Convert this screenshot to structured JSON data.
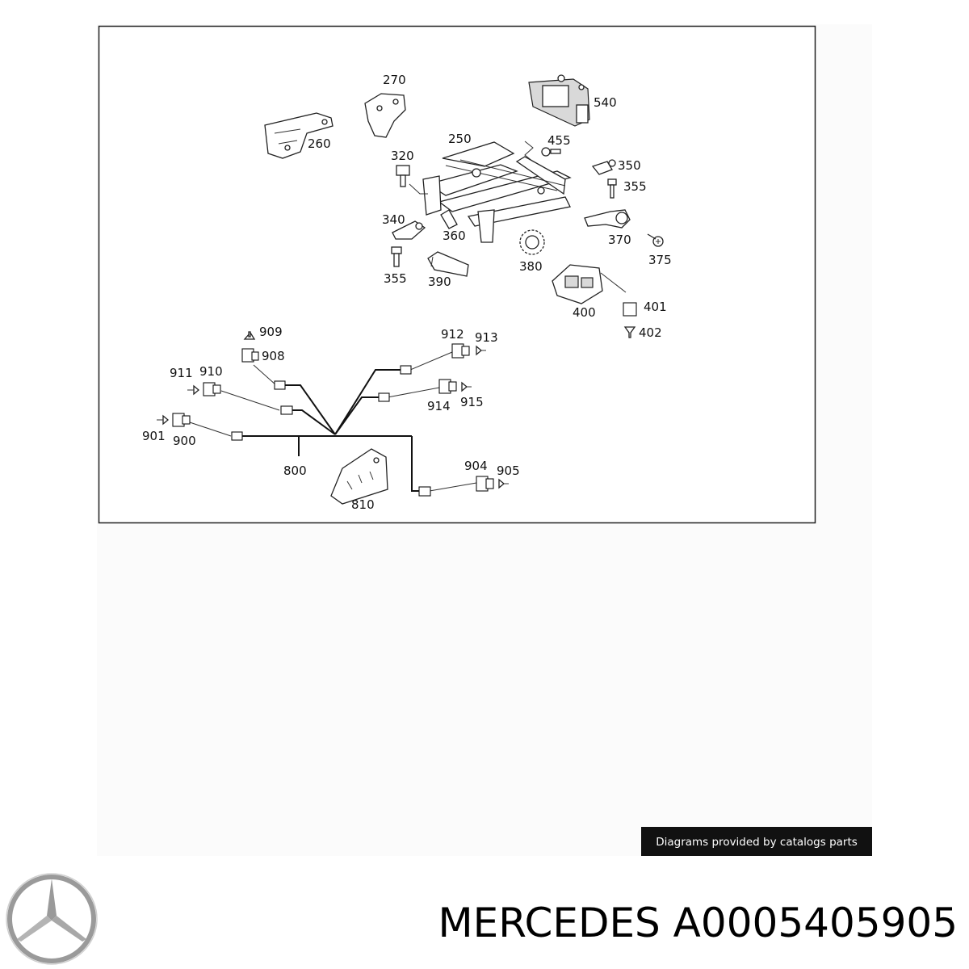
{
  "diagram": {
    "callouts": {
      "p270": "270",
      "p540": "540",
      "p260": "260",
      "p250": "250",
      "p455": "455",
      "p320": "320",
      "p350": "350",
      "p355a": "355",
      "p340": "340",
      "p360": "360",
      "p370": "370",
      "p375": "375",
      "p380": "380",
      "p355b": "355",
      "p390": "390",
      "p400": "400",
      "p401": "401",
      "p402": "402",
      "p909": "909",
      "p908": "908",
      "p912": "912",
      "p913": "913",
      "p911": "911",
      "p910": "910",
      "p914": "914",
      "p915": "915",
      "p901": "901",
      "p900": "900",
      "p800": "800",
      "p904": "904",
      "p905": "905",
      "p810": "810"
    }
  },
  "footer": {
    "credit": "Diagrams provided by catalogs parts",
    "brand_title": "MERCEDES A0005405905",
    "logo_icon": "mercedes-star-icon"
  },
  "colors": {
    "frame": "#222222",
    "banner_bg": "#111111",
    "logo": "#9a9a9a"
  }
}
